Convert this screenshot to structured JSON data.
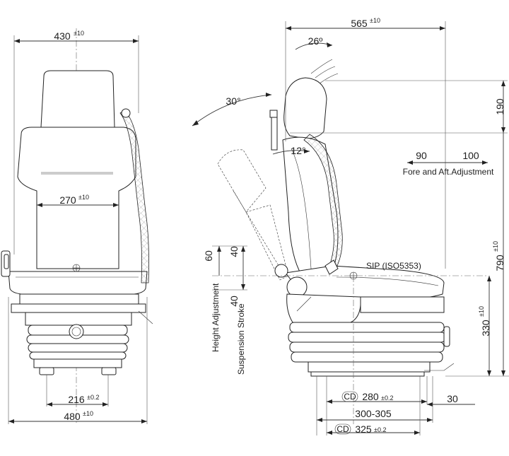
{
  "front_view": {
    "width_430": "430",
    "tol_430": "±10",
    "width_270": "270",
    "tol_270": "±10",
    "width_216": "216",
    "tol_216": "±0.2",
    "width_480": "480",
    "tol_480": "±10"
  },
  "side_view": {
    "length_565": "565",
    "tol_565": "±10",
    "angle_26": "26º",
    "angle_30": "30°",
    "angle_12": "12°",
    "headrest_190": "190",
    "fore_90": "90",
    "aft_100": "100",
    "fore_aft_label": "Fore and Aft.Adjustment",
    "height_790": "790",
    "tol_790": "±10",
    "height_330": "330",
    "tol_330": "±10",
    "sip_label": "SIP (ISO5353)",
    "height_adj_60": "60",
    "height_adj_40": "40",
    "stroke_40": "40",
    "height_adjustment_label": "Height Adjustment",
    "suspension_stroke_label": "Suspension Stroke",
    "cd_280_prefix": "CD",
    "width_280": "280",
    "tol_280": "±0.2",
    "offset_30": "30",
    "range_300_305": "300-305",
    "cd_325_prefix": "CD",
    "width_325": "325",
    "tol_325": "±0.2"
  }
}
